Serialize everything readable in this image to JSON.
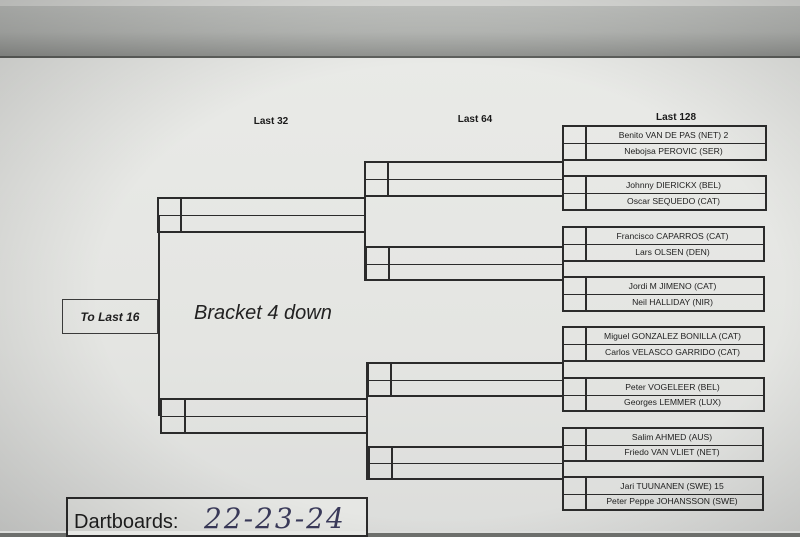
{
  "columns": {
    "last32": "Last 32",
    "last64": "Last 64",
    "last128": "Last 128"
  },
  "to_last16": "To Last 16",
  "bracket_note": "Bracket 4 down",
  "dartboards": {
    "label": "Dartboards:",
    "handwritten": "22-23-24"
  },
  "last128_players": [
    "Benito VAN DE PAS (NET) 2",
    "Nebojsa PEROVIC (SER)",
    "Johnny DIERICKX (BEL)",
    "Oscar SEQUEDO (CAT)",
    "Francisco CAPARROS (CAT)",
    "Lars OLSEN (DEN)",
    "Jordi M JIMENO (CAT)",
    "Neil HALLIDAY (NIR)",
    "Miguel GONZALEZ BONILLA (CAT)",
    "Carlos  VELASCO GARRIDO (CAT)",
    "Peter VOGELEER (BEL)",
    "Georges LEMMER (LUX)",
    "Salim AHMED (AUS)",
    "Friedo VAN VLIET (NET)",
    "Jari TUUNANEN (SWE) 15",
    "Peter Peppe JOHANSSON (SWE)"
  ]
}
